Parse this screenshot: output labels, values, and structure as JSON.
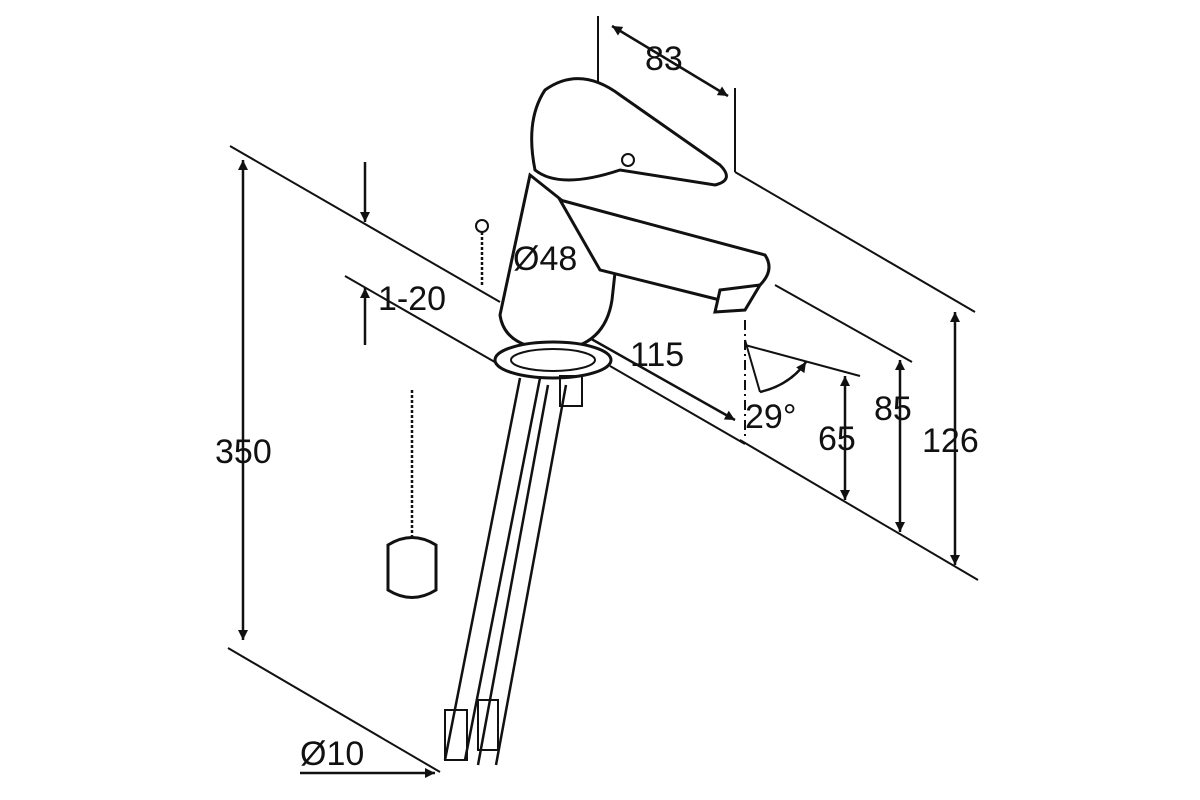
{
  "drawing": {
    "title": "Basin mixer dimension drawing",
    "dimensions": {
      "handle_length": "83",
      "body_diameter": "Ø48",
      "deck_thickness": "1-20",
      "spout_reach": "115",
      "spout_angle": "29°",
      "outlet_height": "65",
      "spout_height": "85",
      "total_height": "126",
      "hose_length": "350",
      "hose_diameter": "Ø10"
    }
  }
}
